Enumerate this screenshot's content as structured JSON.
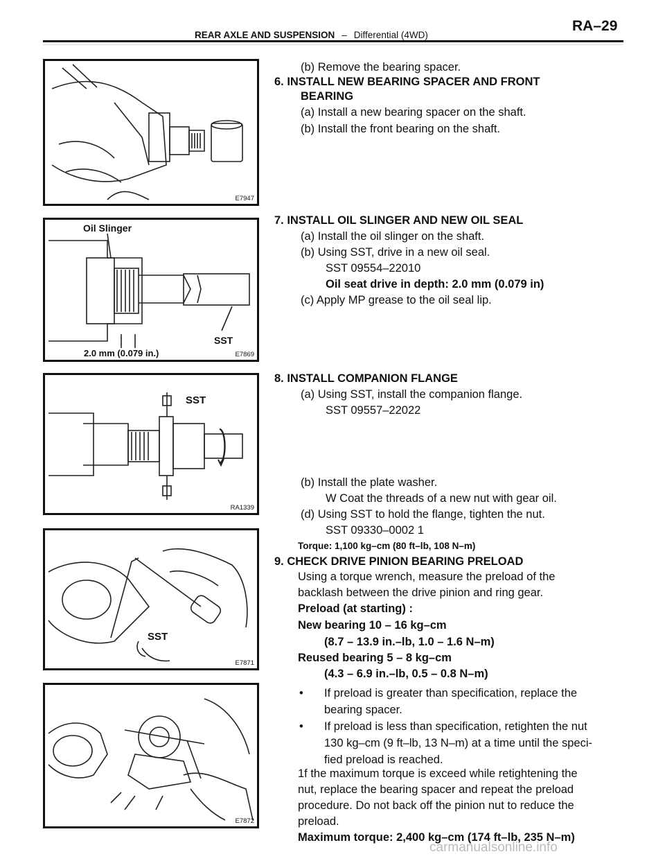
{
  "header": {
    "section": "REAR AXLE AND SUSPENSION",
    "separator": "–",
    "subsection": "Differential (4WD)",
    "page_id": "RA–29"
  },
  "figures": [
    {
      "code": "E7947",
      "labels": []
    },
    {
      "code": "E7869",
      "labels": [
        "Oil Slinger",
        "SST",
        "2.0 mm (0.079 in.)"
      ]
    },
    {
      "code": "RA1339",
      "labels": [
        "SST"
      ]
    },
    {
      "code": "E7871",
      "labels": [
        "SST"
      ]
    },
    {
      "code": "E7872",
      "labels": []
    }
  ],
  "text": {
    "s5b": "(b) Remove the bearing spacer.",
    "s6_title1": "6. INSTALL NEW BEARING SPACER AND FRONT",
    "s6_title2": "BEARING",
    "s6a": "(a) Install a new bearing spacer on the shaft.",
    "s6b": "(b) Install the front bearing on the shaft.",
    "s7_title": "7. INSTALL OIL SLINGER AND NEW OIL SEAL",
    "s7a": "(a) Install the oil slinger on the shaft.",
    "s7b": "(b) Using SST, drive in a new oil seal.",
    "s7_sst": "SST  09554–22010",
    "s7_depth": "Oil seat drive in depth: 2.0 mm (0.079 in)",
    "s7c": "(c) Apply MP grease to the oil seal lip.",
    "s8_title": "8. INSTALL COMPANION FLANGE",
    "s8a": "(a) Using SST, install the companion flange.",
    "s8_sst": "SST  09557–22022",
    "s8b": "(b) Install the plate washer.",
    "s8w": "W Coat the threads of a new nut with gear oil.",
    "s8d": "(d) Using SST to hold the flange, tighten the nut.",
    "s8_sst2": "SST 09330–0002 1",
    "s8_torque": "Torque: 1,100 kg–cm (80 ft–lb, 108 N–m)",
    "s9_title": "9. CHECK DRIVE PINION BEARING PRELOAD",
    "s9_p1": "Using a torque wrench, measure the preload of the",
    "s9_p2": "backlash between the drive pinion and ring gear.",
    "s9_pre": "Preload (at starting) :",
    "s9_new": "New bearing 10 – 16 kg–cm",
    "s9_new2": "(8.7 – 13.9 in.–lb, 1.0 – 1.6 N–m)",
    "s9_re": "Reused bearing 5 – 8 kg–cm",
    "s9_re2": "(4.3 – 6.9 in.–lb, 0.5 – 0.8 N–m)",
    "bullet_char": "•",
    "s9_b1a": "If  preload  is  greater  than  specification,  replace  the",
    "s9_b1b": "bearing spacer.",
    "s9_b2a": "If preload is less than specification, retighten the nut",
    "s9_b2b": "130 kg–cm (9 ft–lb, 13 N–m) at a time until the speci-",
    "s9_b2c": "fied preload is reached.",
    "s9_n1": "1f the maximum torque is exceed while retightening the",
    "s9_n2": "nut, replace the bearing spacer and repeat the preload",
    "s9_n3": "procedure. Do not back off the pinion nut to reduce the",
    "s9_n4": "preload.",
    "s9_max": "Maximum torque: 2,400 kg–cm (174 ft–lb, 235 N–m)"
  },
  "watermark": "carmanualsonline.info"
}
